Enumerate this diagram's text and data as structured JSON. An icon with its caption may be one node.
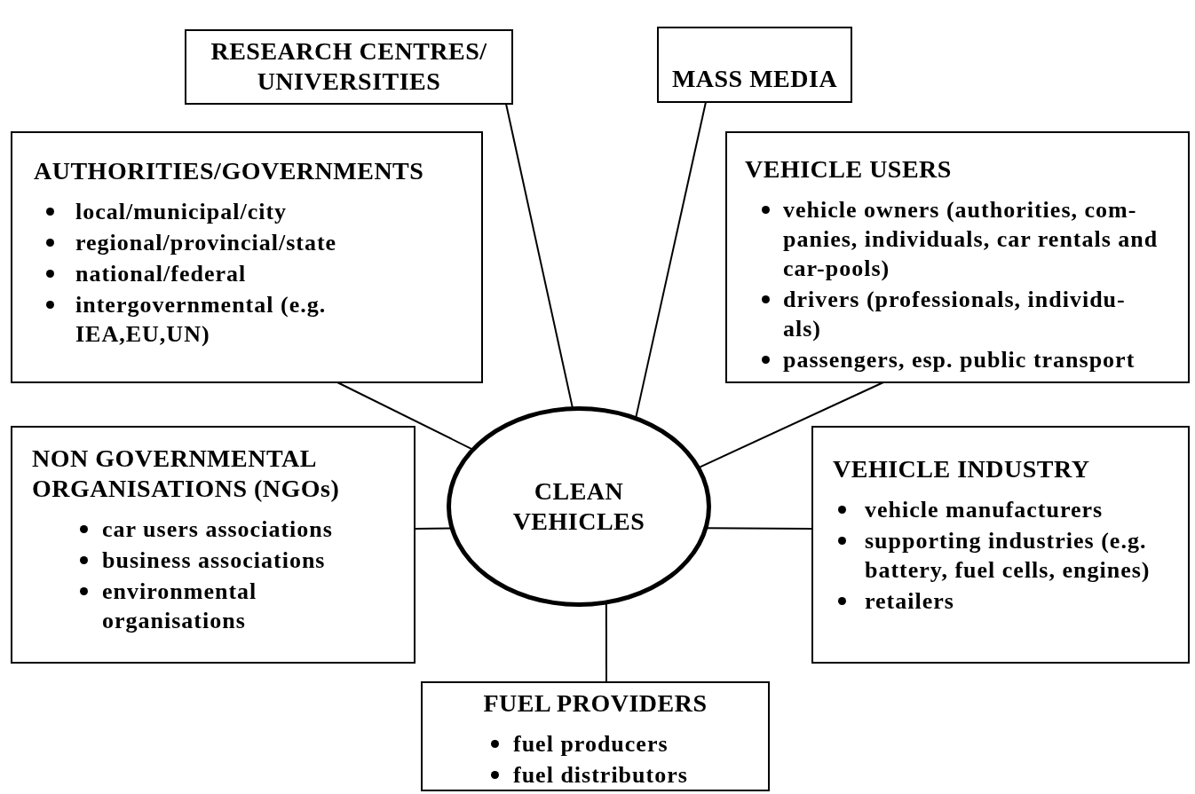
{
  "diagram": {
    "nodes": [
      {
        "text": [
          "RESEARCH CENTRES/ UNIVERSITIES"
        ]
      },
      {
        "text": [
          "MASS MEDIA"
        ]
      },
      {
        "text": [
          "AUTHORITIES/GOVERNMENTS",
          "local/municipal/city",
          "regional/provincial/state",
          "national/federal",
          "intergovernmental (e.g. IEA,EU,UN)"
        ]
      },
      {
        "text": [
          "VEHICLE USERS",
          "vehicle owners (authorities, com- panies, individuals, car rentals and car-pools)",
          "drivers (professionals, individu- als)",
          "passengers, esp. public transport"
        ]
      },
      {
        "text": [
          "CLEAN VEHICLES"
        ]
      },
      {
        "text": [
          "NON GOVERNMENTAL ORGANISATIONS (NGOs)",
          "car users associations",
          "business associations",
          "environmental organisations"
        ]
      },
      {
        "text": [
          "VEHICLE INDUSTRY",
          "vehicle manufacturers",
          "supporting industries (e.g. battery, fuel cells, engines)",
          "retailers"
        ]
      },
      {
        "text": [
          "FUEL PROVIDERS",
          "fuel producers",
          "fuel distributors"
        ]
      }
    ],
    "edges": [
      {
        "from": 4,
        "to": 0,
        "arrow": "none"
      },
      {
        "from": 4,
        "to": 1,
        "arrow": "none"
      },
      {
        "from": 4,
        "to": 2,
        "arrow": "none"
      },
      {
        "from": 4,
        "to": 3,
        "arrow": "none"
      },
      {
        "from": 4,
        "to": 5,
        "arrow": "none"
      },
      {
        "from": 4,
        "to": 6,
        "arrow": "none"
      },
      {
        "from": 4,
        "to": 7,
        "arrow": "none"
      }
    ]
  }
}
